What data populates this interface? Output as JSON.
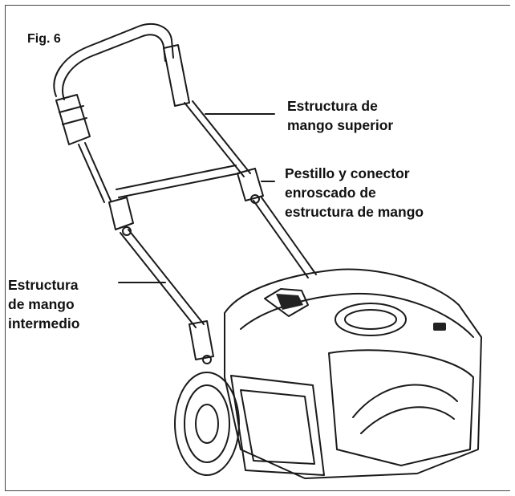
{
  "figure": {
    "label": "Fig. 6",
    "callouts": {
      "upper": [
        "Estructura de",
        "mango superior"
      ],
      "latch": [
        "Pestillo y conector",
        "enroscado de",
        "estructura de mango"
      ],
      "middle": [
        "Estructura",
        "de mango",
        "intermedio"
      ]
    }
  },
  "colors": {
    "line": "#1a1a1a",
    "dark": "#222222",
    "paper": "#ffffff"
  }
}
